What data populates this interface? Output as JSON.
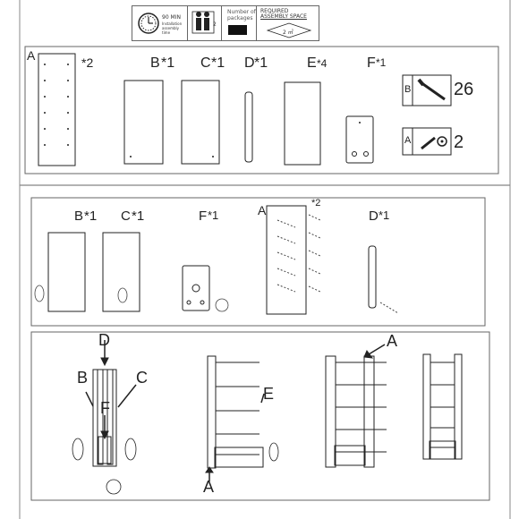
{
  "header": {
    "time_text": "90 MIN",
    "time_sub": "Installation assembly time",
    "persons_count": "2",
    "packages_label_line1": "Number of",
    "packages_label_line2": "packages",
    "space_title_line1": "REQUIRED",
    "space_title_line2": "ASSEMBLY SPACE",
    "space_value": "2 ㎡"
  },
  "parts": [
    {
      "id": "A",
      "qty": "*2"
    },
    {
      "id": "B",
      "qty": "*1"
    },
    {
      "id": "C",
      "qty": "*1"
    },
    {
      "id": "D",
      "qty": "*1"
    },
    {
      "id": "E",
      "qty": "*4"
    },
    {
      "id": "F",
      "qty": "*1"
    }
  ],
  "hardware": [
    {
      "id": "B",
      "count": "26",
      "icon": "screw-icon"
    },
    {
      "id": "A",
      "count": "2",
      "icon": "cam-lock-icon"
    }
  ],
  "step1": {
    "labels": [
      {
        "id": "B",
        "qty": "*1"
      },
      {
        "id": "C",
        "qty": "*1"
      },
      {
        "id": "F",
        "qty": "*1"
      },
      {
        "id": "A",
        "qty": "*2"
      },
      {
        "id": "D",
        "qty": "*1"
      }
    ]
  },
  "step2": {
    "callouts": [
      "D",
      "B",
      "C",
      "F",
      "E",
      "A",
      "A"
    ]
  }
}
